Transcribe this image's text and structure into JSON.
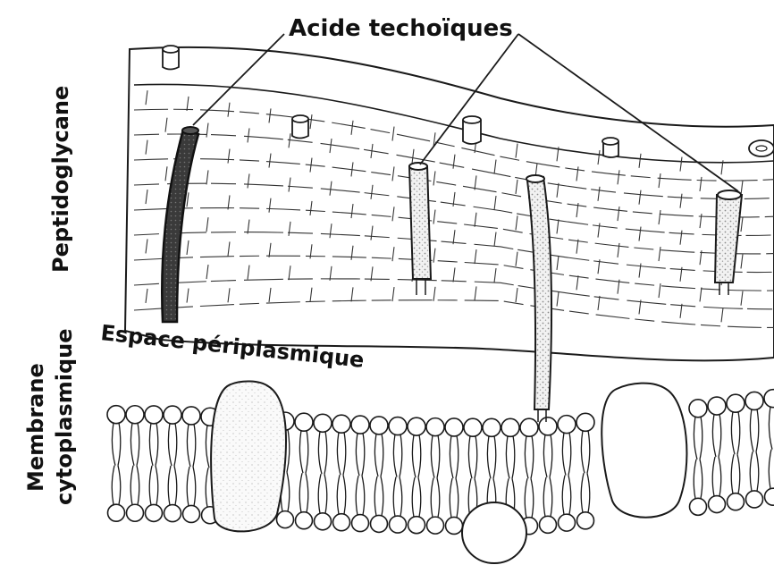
{
  "labels": {
    "teichoic": "Acide techoïques",
    "peptidoglycan": "Peptidoglycane",
    "periplasm": "Espace périplasmique",
    "membrane_line1": "Membrane",
    "membrane_line2": "cytoplasmique"
  },
  "colors": {
    "ink": "#1a1a1a",
    "paper": "#ffffff",
    "dark_fill": "#2e2e2e",
    "stipple": "#d9d9d9"
  }
}
